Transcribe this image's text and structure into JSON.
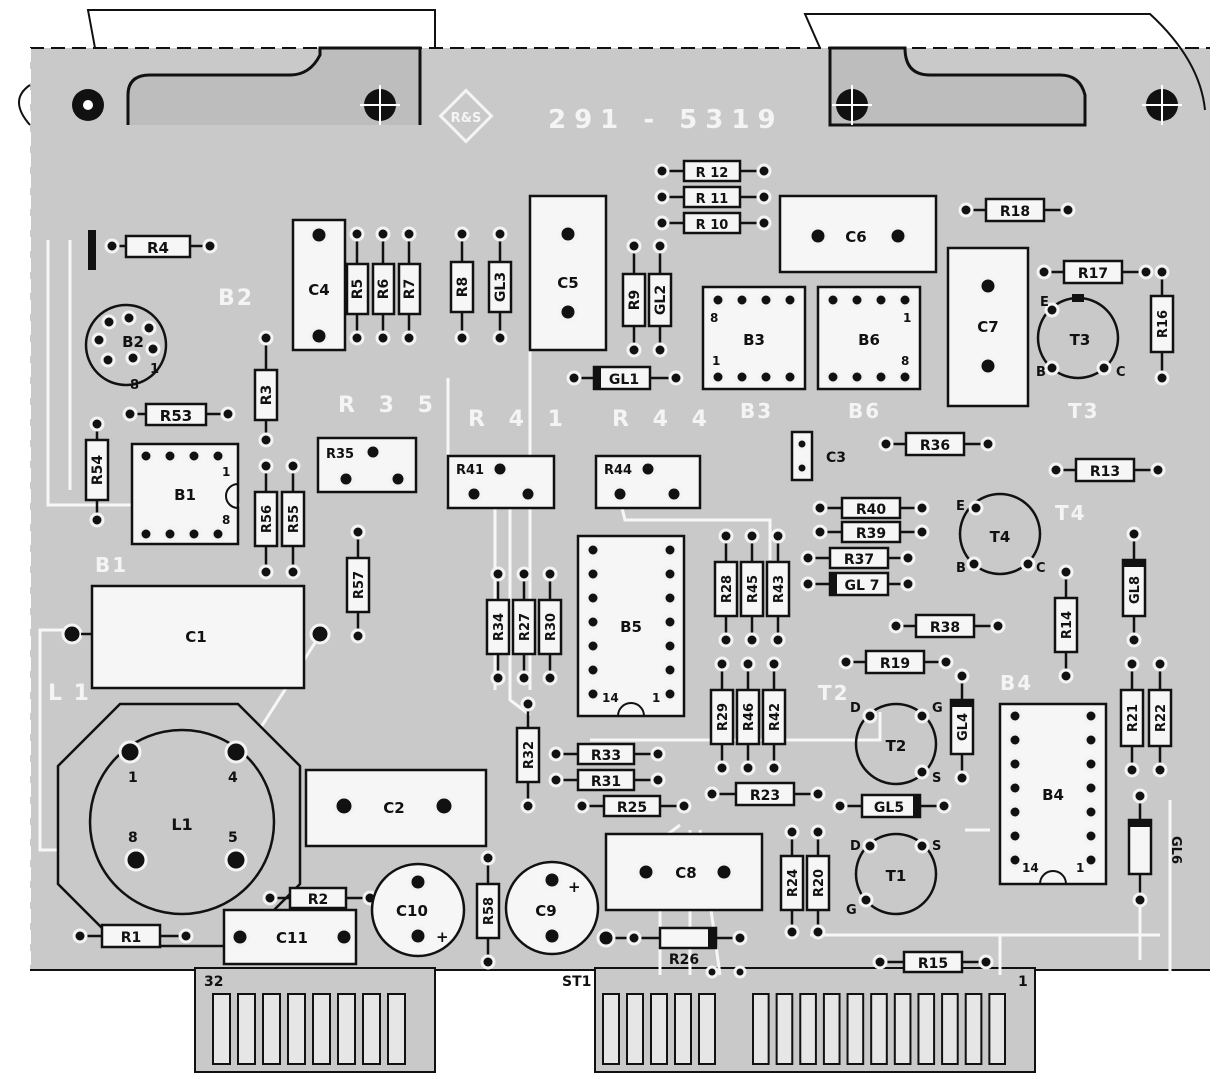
{
  "board": {
    "part_number": "291 - 5319",
    "logo_text": "R&S",
    "silk_ghost": {
      "r35": "R 3 5",
      "r41": "R 4 1",
      "r44": "R 4 4",
      "b3": "B3",
      "b6": "B6",
      "t3": "T3",
      "t4": "T4",
      "b1": "B1",
      "b2": "B2",
      "l1": "L 1",
      "b4": "B4",
      "t2": "T2"
    },
    "edge": {
      "pin_first": "32",
      "pin_last": "1",
      "connector": "ST1"
    }
  },
  "resistors": {
    "r1": "R1",
    "r2": "R2",
    "r3": "R3",
    "r4": "R4",
    "r5": "R5",
    "r6": "R6",
    "r7": "R7",
    "r8": "R8",
    "r9": "R9",
    "r10": "R 10",
    "r11": "R 11",
    "r12": "R 12",
    "r13": "R13",
    "r14": "R14",
    "r15": "R15",
    "r16": "R16",
    "r17": "R17",
    "r18": "R18",
    "r19": "R19",
    "r20": "R20",
    "r21": "R21",
    "r22": "R22",
    "r23": "R23",
    "r24": "R24",
    "r25": "R25",
    "r26": "R26",
    "r27": "R27",
    "r28": "R28",
    "r29": "R29",
    "r30": "R30",
    "r31": "R31",
    "r32": "R32",
    "r33": "R33",
    "r34": "R34",
    "r35": "R35",
    "r36": "R36",
    "r37": "R37",
    "r38": "R38",
    "r39": "R39",
    "r40": "R40",
    "r41": "R41",
    "r42": "R42",
    "r43": "R43",
    "r44": "R44",
    "r45": "R45",
    "r46": "R46",
    "r53": "R53",
    "r54": "R54",
    "r55": "R55",
    "r56": "R56",
    "r57": "R57",
    "r58": "R58"
  },
  "capacitors": {
    "c1": "C1",
    "c2": "C2",
    "c3": "C3",
    "c4": "C4",
    "c5": "C5",
    "c6": "C6",
    "c7": "C7",
    "c8": "C8",
    "c9": "C9",
    "c10": "C10",
    "c11": "C11",
    "plus": "+"
  },
  "diodes": {
    "gl1": "GL1",
    "gl2": "GL2",
    "gl3": "GL3",
    "gl4": "GL4",
    "gl5": "GL5",
    "gl6": "GL6",
    "gl7": "GL 7",
    "gl8": "GL8"
  },
  "ics": {
    "b1": "B1",
    "b2": "B2",
    "b3": "B3",
    "b4": "B4",
    "b5": "B5",
    "b6": "B6",
    "pin1": "1",
    "pin8": "8",
    "pin14": "14"
  },
  "transistors": {
    "t1": "T1",
    "t2": "T2",
    "t3": "T3",
    "t4": "T4",
    "e": "E",
    "b": "B",
    "c": "C",
    "d": "D",
    "g": "G",
    "s": "S"
  },
  "coil": {
    "l1": "L1",
    "p1": "1",
    "p4": "4",
    "p5": "5",
    "p8": "8"
  }
}
